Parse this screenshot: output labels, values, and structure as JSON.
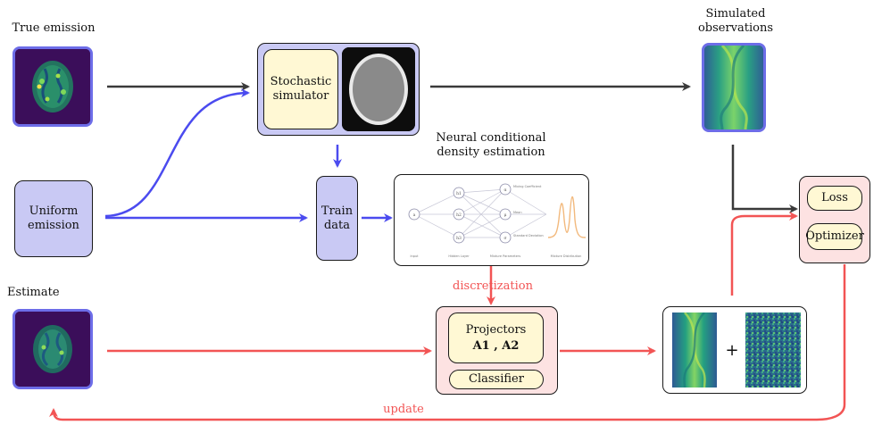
{
  "labels": {
    "true_emission": "True emission",
    "simulated_observations": "Simulated observations",
    "neural_cde": "Neural conditional density estimation",
    "estimate": "Estimate",
    "uniform_emission": "Uniform emission",
    "stochastic_simulator": "Stochastic simulator",
    "train_data": "Train data",
    "loss": "Loss",
    "optimizer": "Optimizer",
    "projectors": "Projectors",
    "projectors_math": "A1 , A2",
    "classifier": "Classifier",
    "plus": "+",
    "discretization": "discretization",
    "update": "update"
  },
  "nn_diagram": {
    "nodes": [
      "a",
      "h1",
      "h2",
      "h3",
      "α",
      "μ",
      "σ"
    ],
    "annotations": [
      "Mixing Coefficient",
      "Mean",
      "Standard Deviation"
    ],
    "layers": [
      "Input",
      "Hidden Layer",
      "Mixture Parameters",
      "Mixture Distribution"
    ]
  },
  "colors": {
    "blue_arrow": "#4b4bef",
    "red_arrow": "#f25454",
    "dark_arrow": "#3a3a3a",
    "purple_fill": "#c9c9f4",
    "pink_fill": "#fde2e2",
    "cream_fill": "#fff8d4",
    "thumb_border": "#6d6de8"
  }
}
